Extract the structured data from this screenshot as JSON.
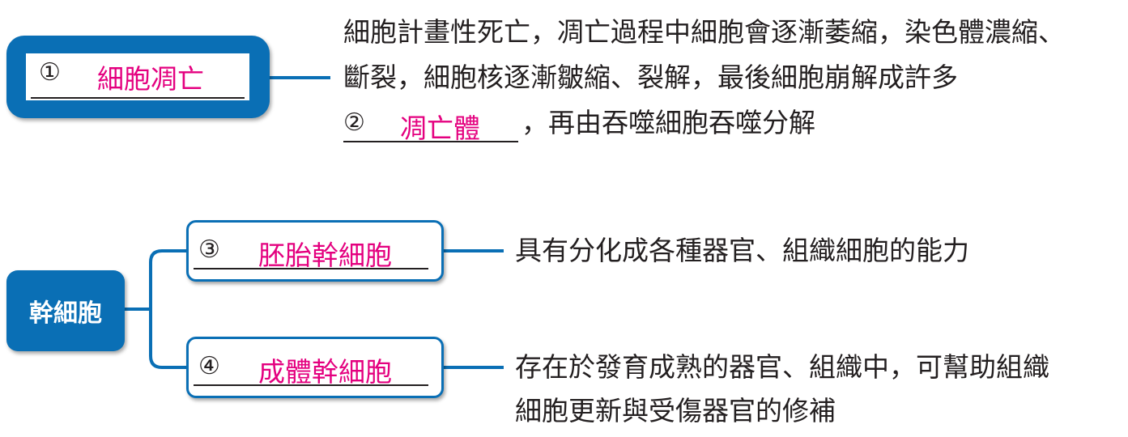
{
  "apoptosis": {
    "number": "①",
    "answer": "細胞凋亡",
    "desc_line1": "細胞計畫性死亡，凋亡過程中細胞會逐漸萎縮，染色體濃縮、",
    "desc_line2": "斷裂，細胞核逐漸皺縮、裂解，最後細胞崩解成許多",
    "blank2_number": "②",
    "blank2_answer": "凋亡體",
    "desc_line3_tail": "，再由吞噬細胞吞噬分解"
  },
  "stem_cell": {
    "title": "幹細胞",
    "branches": [
      {
        "number": "③",
        "answer": "胚胎幹細胞",
        "desc_line1": "具有分化成各種器官、組織細胞的能力",
        "desc_line2": ""
      },
      {
        "number": "④",
        "answer": "成體幹細胞",
        "desc_line1": "存在於發育成熟的器官、組織中，可幫助組織",
        "desc_line2": "細胞更新與受傷器官的修補"
      }
    ]
  },
  "colors": {
    "box_blue": "#0a6fb5",
    "answer_pink": "#e4007f",
    "text": "#231f20"
  }
}
